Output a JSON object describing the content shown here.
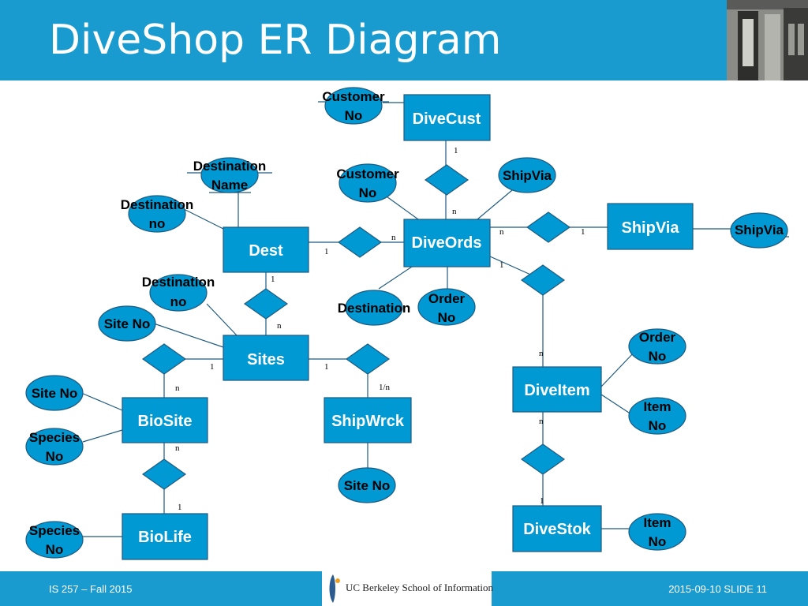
{
  "title": "DiveShop ER Diagram",
  "footer": {
    "course": "IS 257 – Fall 2015",
    "slide": "2015-09-10  SLIDE 11",
    "logo_text": "UC Berkeley School of Information"
  },
  "colors": {
    "accent": "#1a9bd0",
    "entity_fill": "#0099d4",
    "outline": "#1f5a80"
  },
  "entities": {
    "divecust": "DiveCust",
    "diveords": "DiveOrds",
    "shipvia": "ShipVia",
    "dest": "Dest",
    "sites": "Sites",
    "biosite": "BioSite",
    "shipwrck": "ShipWrck",
    "diveitem": "DiveItem",
    "biolife": "BioLife",
    "divestok": "DiveStok"
  },
  "attributes": {
    "cust_no_1": [
      "Customer",
      "No"
    ],
    "cust_no_2": [
      "Customer",
      "No"
    ],
    "shipvia_attr": [
      "ShipVia"
    ],
    "shipvia_key": [
      "ShipVia"
    ],
    "dest_name": [
      "Destination",
      "Name"
    ],
    "dest_no_1": [
      "Destination",
      "no"
    ],
    "dest_no_2": [
      "Destination",
      "no"
    ],
    "destination": [
      "Destination"
    ],
    "order_no_1": [
      "Order",
      "No"
    ],
    "order_no_2": [
      "Order",
      "No"
    ],
    "site_no_1": [
      "Site No"
    ],
    "site_no_2": [
      "Site No"
    ],
    "site_no_3": [
      "Site No"
    ],
    "species_no_1": [
      "Species",
      "No"
    ],
    "species_no_2": [
      "Species",
      "No"
    ],
    "item_no_1": [
      "Item",
      "No"
    ],
    "item_no_2": [
      "Item",
      "No"
    ]
  },
  "cardinalities": {
    "cust_1": "1",
    "cust_n": "n",
    "dest_1": "1",
    "dest_n": "n",
    "ship_n": "n",
    "ship_1": "1",
    "sites_dest_1": "1",
    "sites_dest_n": "n",
    "item_ords_1": "1",
    "item_ords_n": "n",
    "biosite_1": "1",
    "biosite_n": "n",
    "wreck_1": "1",
    "wreck_1n": "1/n",
    "stok_n": "n",
    "stok_1": "1",
    "biolife_n": "n",
    "biolife_1": "1"
  }
}
